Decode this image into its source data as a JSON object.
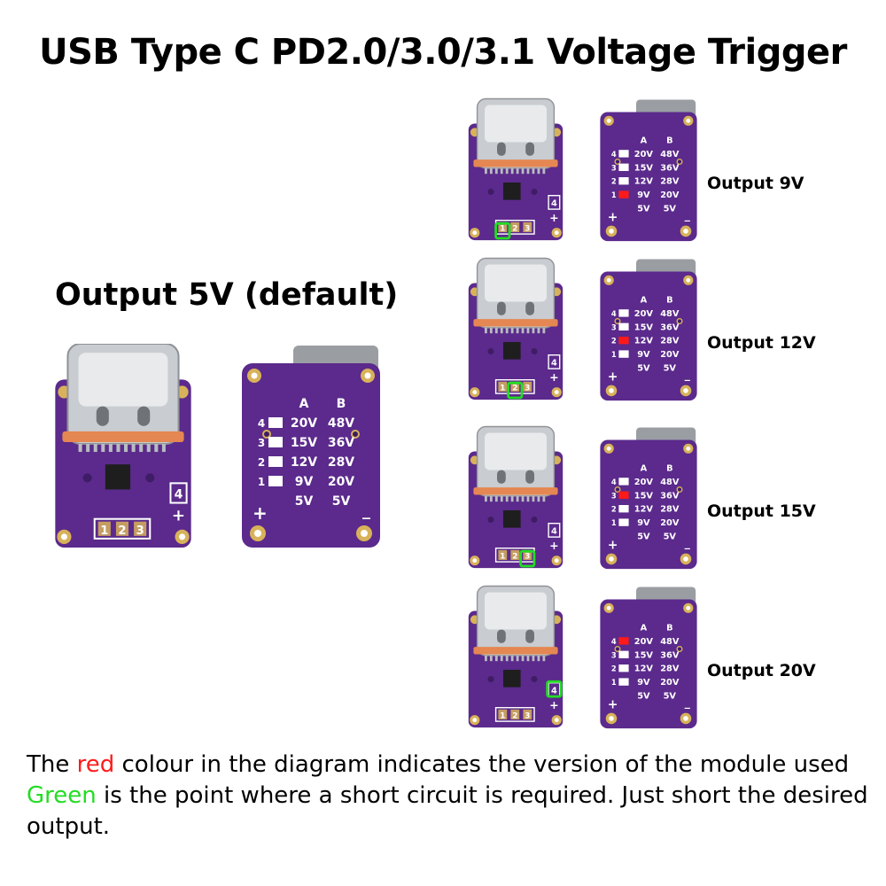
{
  "title": "USB Type C PD2.0/3.0/3.1 Voltage Trigger",
  "default_heading": "Output 5V (default)",
  "pads": [
    "1",
    "2",
    "3"
  ],
  "pad4": "4",
  "plus": "+",
  "minus": "_",
  "table": {
    "col_a": "A",
    "col_b": "B",
    "rows": [
      {
        "num": "4",
        "a": "20V",
        "b": "48V"
      },
      {
        "num": "3",
        "a": "15V",
        "b": "36V"
      },
      {
        "num": "2",
        "a": "12V",
        "b": "28V"
      },
      {
        "num": "1",
        "a": "9V",
        "b": "20V"
      },
      {
        "num": "",
        "a": "5V",
        "b": "5V"
      }
    ]
  },
  "variants": [
    {
      "label": "Output 9V",
      "red_row": 3,
      "short_pad": 1
    },
    {
      "label": "Output 12V",
      "red_row": 2,
      "short_pad": 2
    },
    {
      "label": "Output 15V",
      "red_row": 1,
      "short_pad": 3
    },
    {
      "label": "Output 20V",
      "red_row": 0,
      "short_pad": 4
    }
  ],
  "caption": {
    "line1_pre": "The ",
    "line1_red": "red",
    "line1_post": " colour in the diagram indicates the version of the module used",
    "line2_green": "Green",
    "line2_post": " is the point where a short circuit is required. Just short the desired output."
  },
  "colors": {
    "pcb": "#5b2a8c",
    "pcb_dark": "#3f1c66",
    "gold": "#d8b25a",
    "connector": "#c9ccd0",
    "highlight_red": "#ff1a1a",
    "highlight_green": "#22dd22"
  }
}
